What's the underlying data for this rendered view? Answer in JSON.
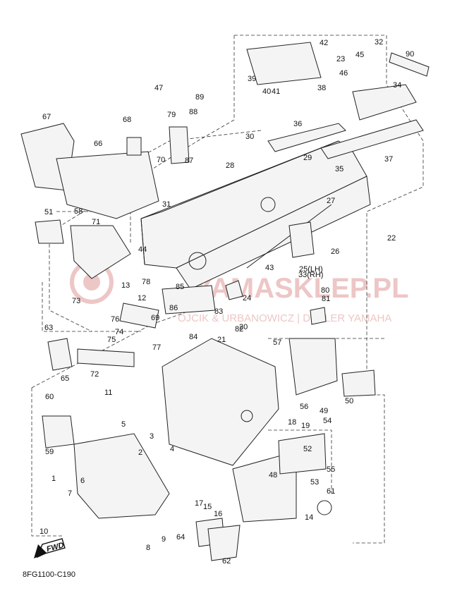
{
  "watermark": {
    "brand": "YAMASKLEP.PL",
    "subtitle": "OJCIK & URBANOWICZ | DEALER YAMAHA"
  },
  "diagram_code": "8FG1100-C190",
  "fwd_label": "FWD",
  "callouts": [
    "1",
    "2",
    "3",
    "4",
    "5",
    "6",
    "7",
    "8",
    "9",
    "10",
    "11",
    "12",
    "13",
    "14",
    "15",
    "16",
    "17",
    "18",
    "19",
    "20",
    "21",
    "22",
    "23",
    "24",
    "25(LH)",
    "26",
    "27",
    "28",
    "29",
    "30",
    "31",
    "32",
    "33(RH)",
    "34",
    "35",
    "36",
    "37",
    "38",
    "39",
    "40",
    "41",
    "42",
    "43",
    "44",
    "45",
    "46",
    "47",
    "48",
    "49",
    "50",
    "51",
    "52",
    "53",
    "54",
    "55",
    "56",
    "57",
    "58",
    "59",
    "60",
    "61",
    "62",
    "63",
    "64",
    "65",
    "66",
    "67",
    "68",
    "69",
    "70",
    "71",
    "72",
    "73",
    "74",
    "75",
    "76",
    "77",
    "78",
    "79",
    "80",
    "81",
    "82",
    "83",
    "84",
    "85",
    "86",
    "87",
    "88",
    "89",
    "90"
  ]
}
